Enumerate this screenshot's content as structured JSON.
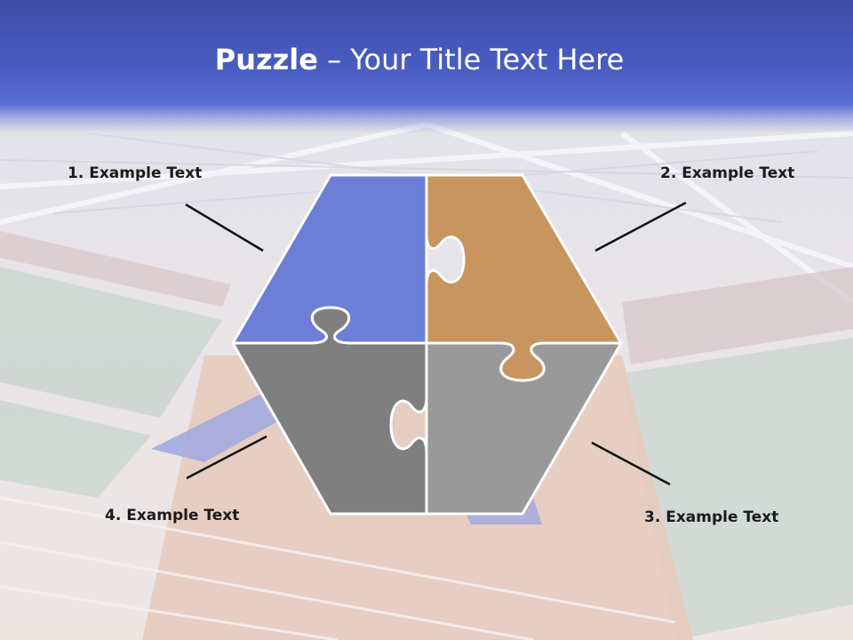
{
  "title": {
    "bold": "Puzzle",
    "rest": " – Your Title Text Here"
  },
  "labels": {
    "one": "1. Example Text",
    "two": "2. Example Text",
    "three": "3. Example Text",
    "four": "4. Example Text"
  },
  "colors": {
    "title_bar": "#4a5ec4",
    "piece_1": "#6b7fd6",
    "piece_2": "#c9955f",
    "piece_3": "#999999",
    "piece_4": "#7f7f7f",
    "piece_outline": "#ffffff",
    "connector_line": "#111111"
  }
}
